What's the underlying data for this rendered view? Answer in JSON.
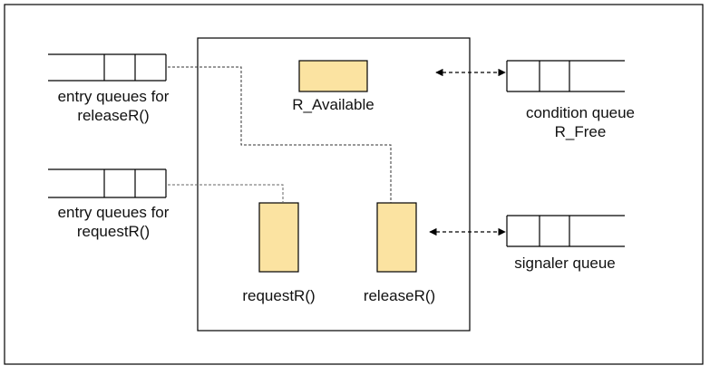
{
  "labels": {
    "entry_release": [
      "entry queues for",
      "releaseR()"
    ],
    "entry_request": [
      "entry queues for",
      "requestR()"
    ],
    "r_available": "R_Available",
    "condition_queue": [
      "condition queue",
      "R_Free"
    ],
    "signaler_queue": "signaler queue",
    "request_proc": "requestR()",
    "release_proc": "releaseR()"
  },
  "colors": {
    "procedure_fill": "#FBE3A1",
    "line": "#000000",
    "dashed": "#555555"
  }
}
